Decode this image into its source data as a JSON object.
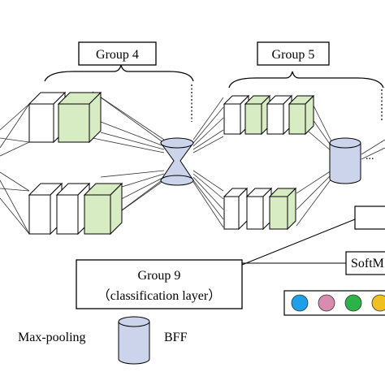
{
  "groups": {
    "group4": "Group 4",
    "group5": "Group 5",
    "group9_line1": "Group 9",
    "group9_line2": "（classification layer）",
    "softmax": "SoftM"
  },
  "legend": {
    "max_pooling": "Max-pooling",
    "bff": "BFF"
  },
  "colors": {
    "block_white": "#ffffff",
    "block_green": "#d8ecc4",
    "cylinder": "#ccd4ec",
    "stroke": "#000000",
    "output_dots": [
      "#1ea0e8",
      "#d98cb0",
      "#2db24a",
      "#f0c020"
    ]
  }
}
